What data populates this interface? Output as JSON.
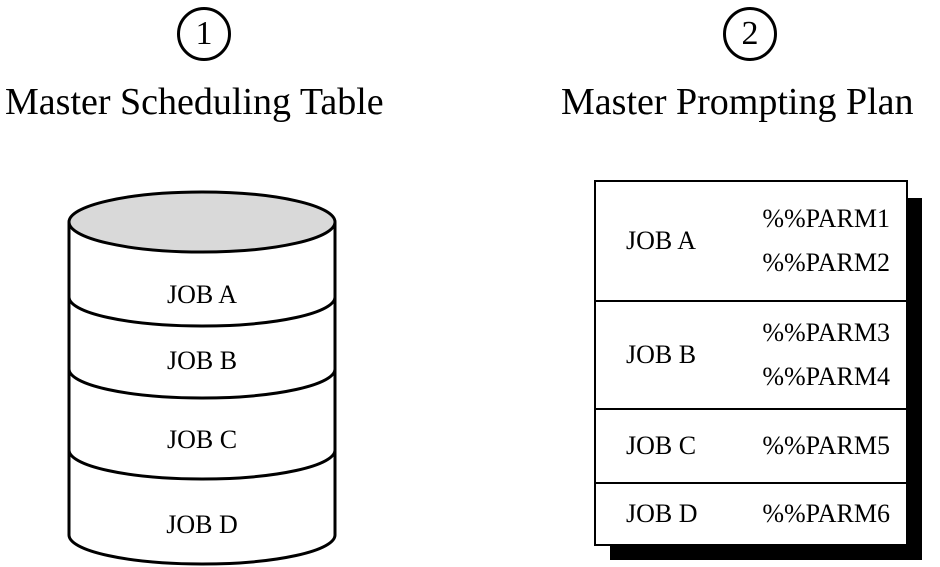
{
  "master_scheduling_table": {
    "step_number": "1",
    "title": "Master Scheduling Table",
    "jobs": [
      "JOB A",
      "JOB B",
      "JOB C",
      "JOB D"
    ],
    "top_fill_color": "#d9d9d9"
  },
  "master_prompting_plan": {
    "step_number": "2",
    "title": "Master Prompting Plan",
    "rows": [
      {
        "job": "JOB A",
        "parms": [
          "%%PARM1",
          "%%PARM2"
        ]
      },
      {
        "job": "JOB B",
        "parms": [
          "%%PARM3",
          "%%PARM4"
        ]
      },
      {
        "job": "JOB C",
        "parms": [
          "%%PARM5"
        ]
      },
      {
        "job": "JOB D",
        "parms": [
          "%%PARM6"
        ]
      }
    ]
  }
}
